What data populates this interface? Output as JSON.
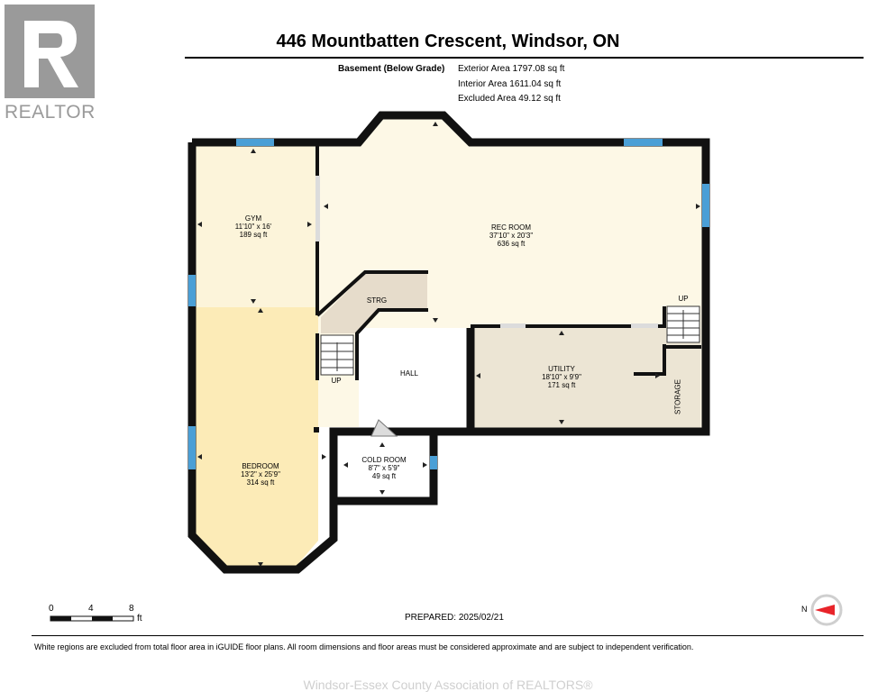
{
  "logo": {
    "word": "REALTOR",
    "mark": "R"
  },
  "header": {
    "title": "446 Mountbatten Crescent, Windsor, ON"
  },
  "level": {
    "name": "Basement (Below Grade)",
    "exterior": "Exterior Area 1797.08 sq ft",
    "interior": "Interior Area 1611.04 sq ft",
    "excluded": "Excluded Area 49.12 sq ft"
  },
  "rooms": {
    "gym": {
      "name": "GYM",
      "dims": "11'10\" x 16'",
      "area": "189 sq ft"
    },
    "rec": {
      "name": "REC ROOM",
      "dims": "37'10\" x 20'3\"",
      "area": "636 sq ft"
    },
    "strg": {
      "name": "STRG"
    },
    "hall": {
      "name": "HALL"
    },
    "utility": {
      "name": "UTILITY",
      "dims": "18'10\" x 9'9\"",
      "area": "171 sq ft"
    },
    "storage": {
      "name": "STORAGE"
    },
    "bedroom": {
      "name": "BEDROOM",
      "dims": "13'2\" x 25'9\"",
      "area": "314 sq ft"
    },
    "cold": {
      "name": "COLD ROOM",
      "dims": "8'7\" x 5'9\"",
      "area": "49 sq ft"
    },
    "stairs_left": "UP",
    "stairs_right": "UP"
  },
  "scale": {
    "ticks": [
      "0",
      "4",
      "8"
    ],
    "unit": "ft"
  },
  "compass": {
    "label": "N"
  },
  "colors": {
    "gym": "#fcf4da",
    "bedroom": "#fcebb7",
    "rec": "#fdf8e6",
    "utility": "#ece5d4",
    "strg": "#e6dccb",
    "wall": "#111111",
    "window": "#4a9fd6",
    "logo": "#9a9a9a",
    "needle": "#e8242a"
  },
  "footer": {
    "prepared": "PREPARED: 2025/02/21",
    "disclaimer": "White regions are excluded from total floor area in iGUIDE floor plans. All room dimensions and floor areas must be considered approximate and are subject to independent verification.",
    "credit": "Windsor-Essex County Association of REALTORS®"
  }
}
